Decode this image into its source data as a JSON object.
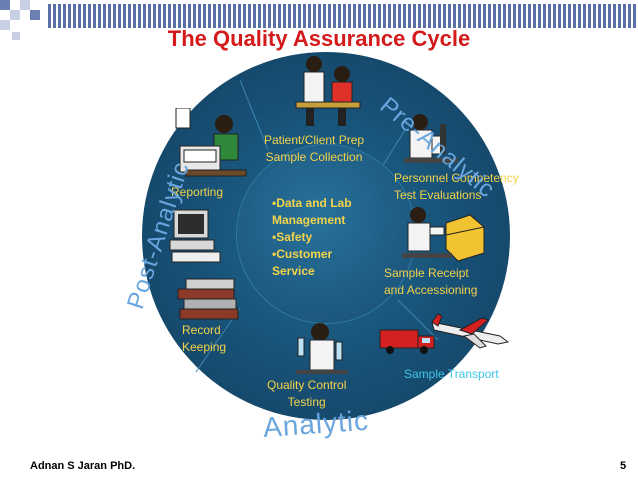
{
  "title": "The Quality Assurance Cycle",
  "center_items": [
    "•Data and Lab",
    "Management",
    "•Safety",
    "•Customer",
    "Service"
  ],
  "stages": {
    "patient_prep": [
      "Patient/Client Prep",
      "Sample Collection"
    ],
    "personnel": [
      "Personnel Competency",
      "Test Evaluations"
    ],
    "sample_receipt": [
      "Sample Receipt",
      "and Accessioning"
    ],
    "sample_transport": "Sample Transport",
    "quality_control": [
      "Quality Control",
      "Testing"
    ],
    "record_keeping": [
      "Record",
      "Keeping"
    ],
    "reporting": "Reporting"
  },
  "phases": {
    "pre": "Pre-Analytic",
    "analytic": "Analytic",
    "post": "Post-Analytic"
  },
  "footer": {
    "author": "Adnan S Jaran PhD.",
    "page": "5"
  },
  "colors": {
    "title": "#d41a1a",
    "ring": "#184f74",
    "label": "#f3d34a",
    "transport_label": "#3fc5e8",
    "phase_text": "#6aa6de"
  }
}
